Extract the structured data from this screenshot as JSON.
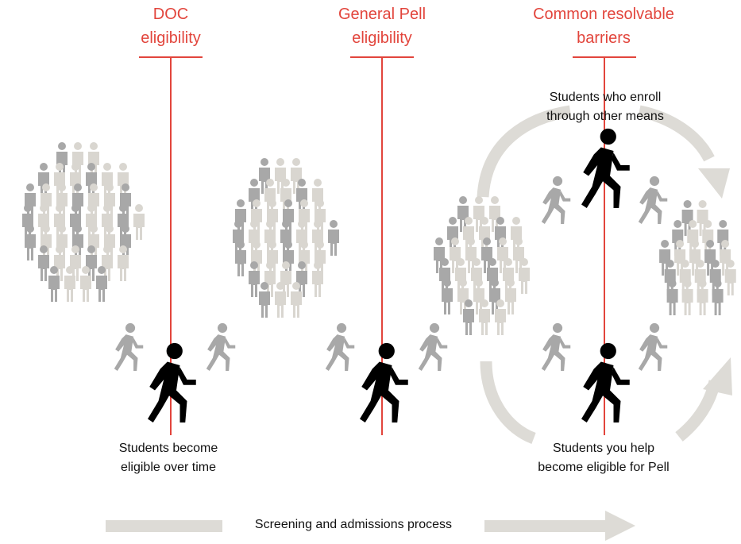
{
  "gates": [
    {
      "line1": "DOC",
      "line2": "eligibility"
    },
    {
      "line1": "General Pell",
      "line2": "eligibility"
    },
    {
      "line1": "Common resolvable",
      "line2": "barriers"
    }
  ],
  "captions": {
    "eligible_over_time": {
      "line1": "Students become",
      "line2": "eligible over time"
    },
    "other_means": {
      "line1": "Students who enroll",
      "line2": "through other means"
    },
    "you_help": {
      "line1": "Students you help",
      "line2": "become eligible for Pell"
    }
  },
  "process_bar": {
    "label": "Screening and admissions process"
  },
  "colors": {
    "accent": "#e2453c",
    "figure_dark": "#a8a8a8",
    "figure_light": "#d9d6d0",
    "walker": "#000000",
    "arrow": "#dddbd6",
    "text": "#111111"
  },
  "icons": {
    "person": "standing-person-icon",
    "walker": "walking-person-icon"
  }
}
